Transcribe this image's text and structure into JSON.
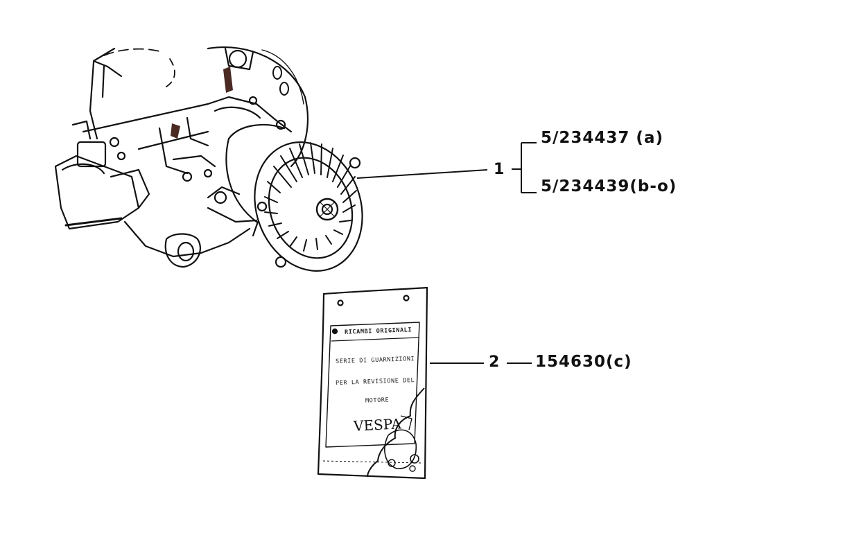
{
  "callouts": [
    {
      "number": "1",
      "codes": [
        "5/234437 (a)",
        "5/234439(b-o)"
      ]
    },
    {
      "number": "2",
      "codes": [
        "154630(c)"
      ]
    }
  ],
  "gasket_bag": {
    "brand_line": "RICAMBI ORIGINALI",
    "line1": "SERIE DI GUARNIZIONI",
    "line2": "PER LA REVISIONE DEL",
    "line3": "MOTORE",
    "logo": "VESPA"
  }
}
